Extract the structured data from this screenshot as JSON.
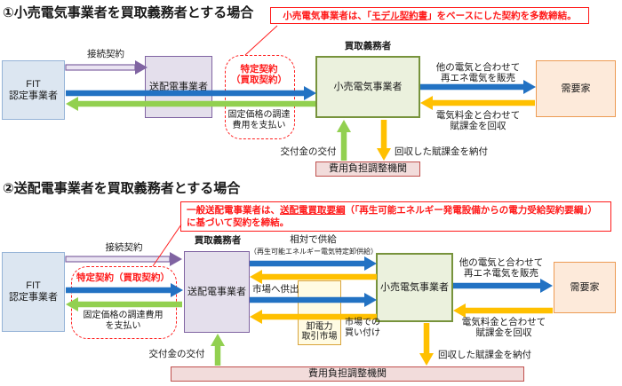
{
  "colors": {
    "arrow_blue": "#2272c3",
    "arrow_green": "#92d050",
    "arrow_yellow": "#ffc000",
    "arrow_purple": "#8064a2",
    "accent_red": "#ff1a1a",
    "box_fit_fill": "#dce6f1",
    "box_tso_fill": "#e4dfec",
    "box_retail_fill": "#ebf1dd",
    "box_consumer_fill": "#fdeada",
    "box_agency_fill": "#f2dcdb",
    "box_market_fill": "#fffbe3"
  },
  "s1": {
    "title": "①小売電気事業者を買取義務者とする場合",
    "callout": {
      "pre": "小売電気事業者は、「",
      "em": "モデル契約書",
      "post": "」をベースにした契約を多数締結。"
    },
    "obligor": "買取義務者",
    "boxes": {
      "fit": "FIT\n認定事業者",
      "tso": "送配電事業者",
      "retailer": "小売電気事業者",
      "consumer": "需要家",
      "agency": "費用負担調整機関"
    },
    "labels": {
      "connection": "接続契約",
      "specified_contract": "特定契約\n（買取契約）",
      "pay_fixed": "固定価格の調達\n費用を支払い",
      "sell": "他の電気と合わせて\n再エネ電気を販売",
      "collect": "電気料金と合わせて\n賦課金を回収",
      "grant": "交付金の交付",
      "pay_levy": "回収した賦課金を納付"
    }
  },
  "s2": {
    "title": "②送配電事業者を買取義務者とする場合",
    "callout": {
      "pre": "一般送配電事業者は、",
      "em": "送配電買取要綱",
      "post": "（「再生可能エネルギー発電設備からの電力受給契約要綱」）に基づいて契約を締結。"
    },
    "obligor": "買取義務者",
    "boxes": {
      "fit": "FIT\n認定事業者",
      "tso": "送配電事業者",
      "retailer": "小売電気事業者",
      "consumer": "需要家",
      "market": "卸電力\n取引市場",
      "agency": "費用負担調整機関"
    },
    "labels": {
      "connection": "接続契約",
      "specified_contract": "特定契約（買取契約）",
      "pay_fixed": "固定価格の調達費用\nを支払い",
      "bilateral": "相対で供給",
      "bilateral_sub": "（再生可能エネルギー電気特定卸供給）",
      "to_market": "市場へ供出",
      "buy_market": "市場での\n買い付け",
      "sell": "他の電気と合わせて\n再エネ電気を販売",
      "collect": "電気料金と合わせて\n賦課金を回収",
      "grant": "交付金の交付",
      "pay_levy": "回収した賦課金を納付"
    }
  }
}
